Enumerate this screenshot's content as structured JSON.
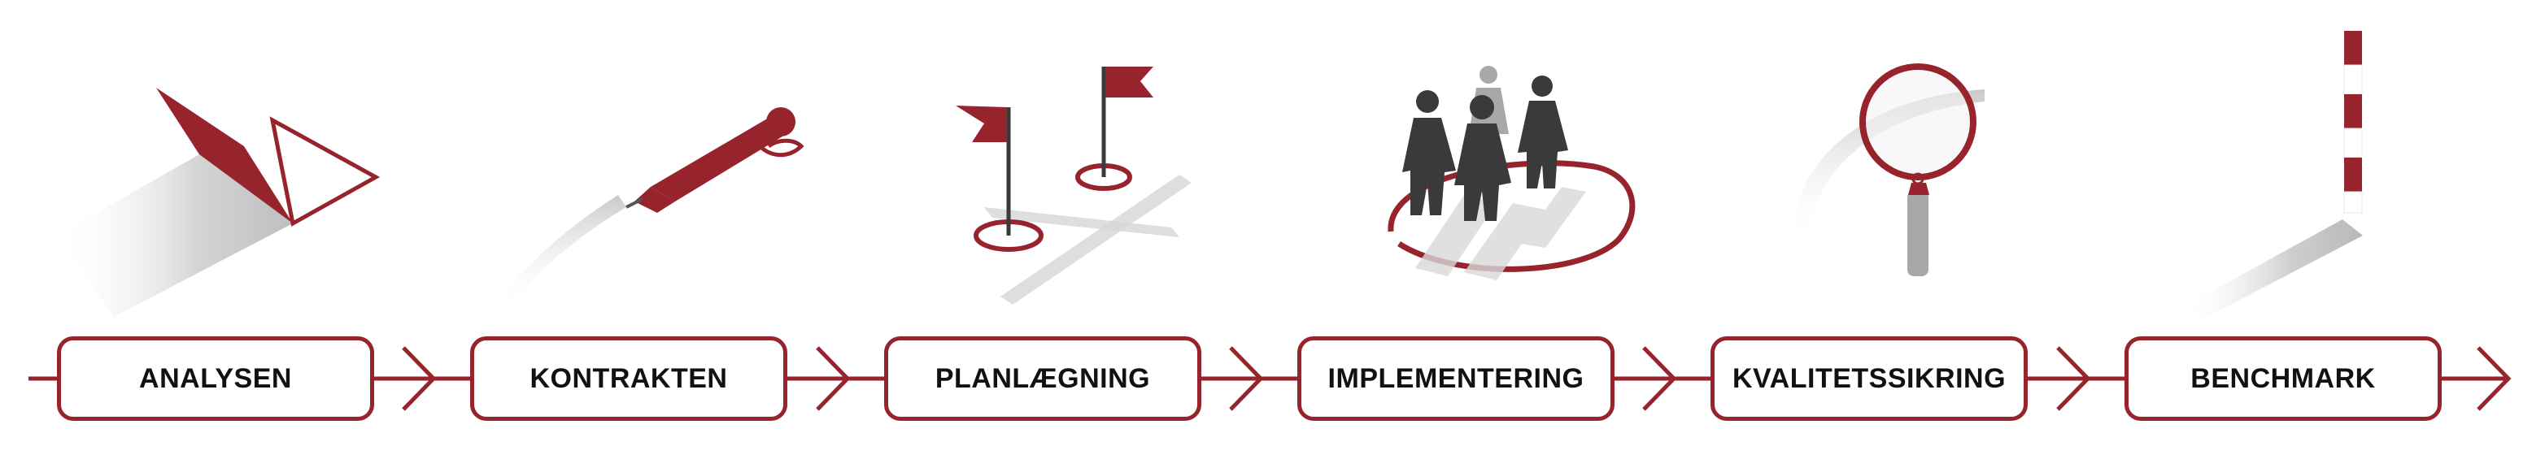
{
  "colors": {
    "accent": "#97242d",
    "figure": "#3a3a3a",
    "shadow": "#d3d3d3"
  },
  "steps": [
    {
      "label": "ANALYSEN",
      "icon": "open-book-icon"
    },
    {
      "label": "KONTRAKTEN",
      "icon": "fountain-pen-icon"
    },
    {
      "label": "PLANLÆGNING",
      "icon": "flags-icon"
    },
    {
      "label": "IMPLEMENTERING",
      "icon": "people-group-icon"
    },
    {
      "label": "KVALITETSSIKRING",
      "icon": "magnifying-glass-icon"
    },
    {
      "label": "BENCHMARK",
      "icon": "marker-pole-icon"
    }
  ]
}
